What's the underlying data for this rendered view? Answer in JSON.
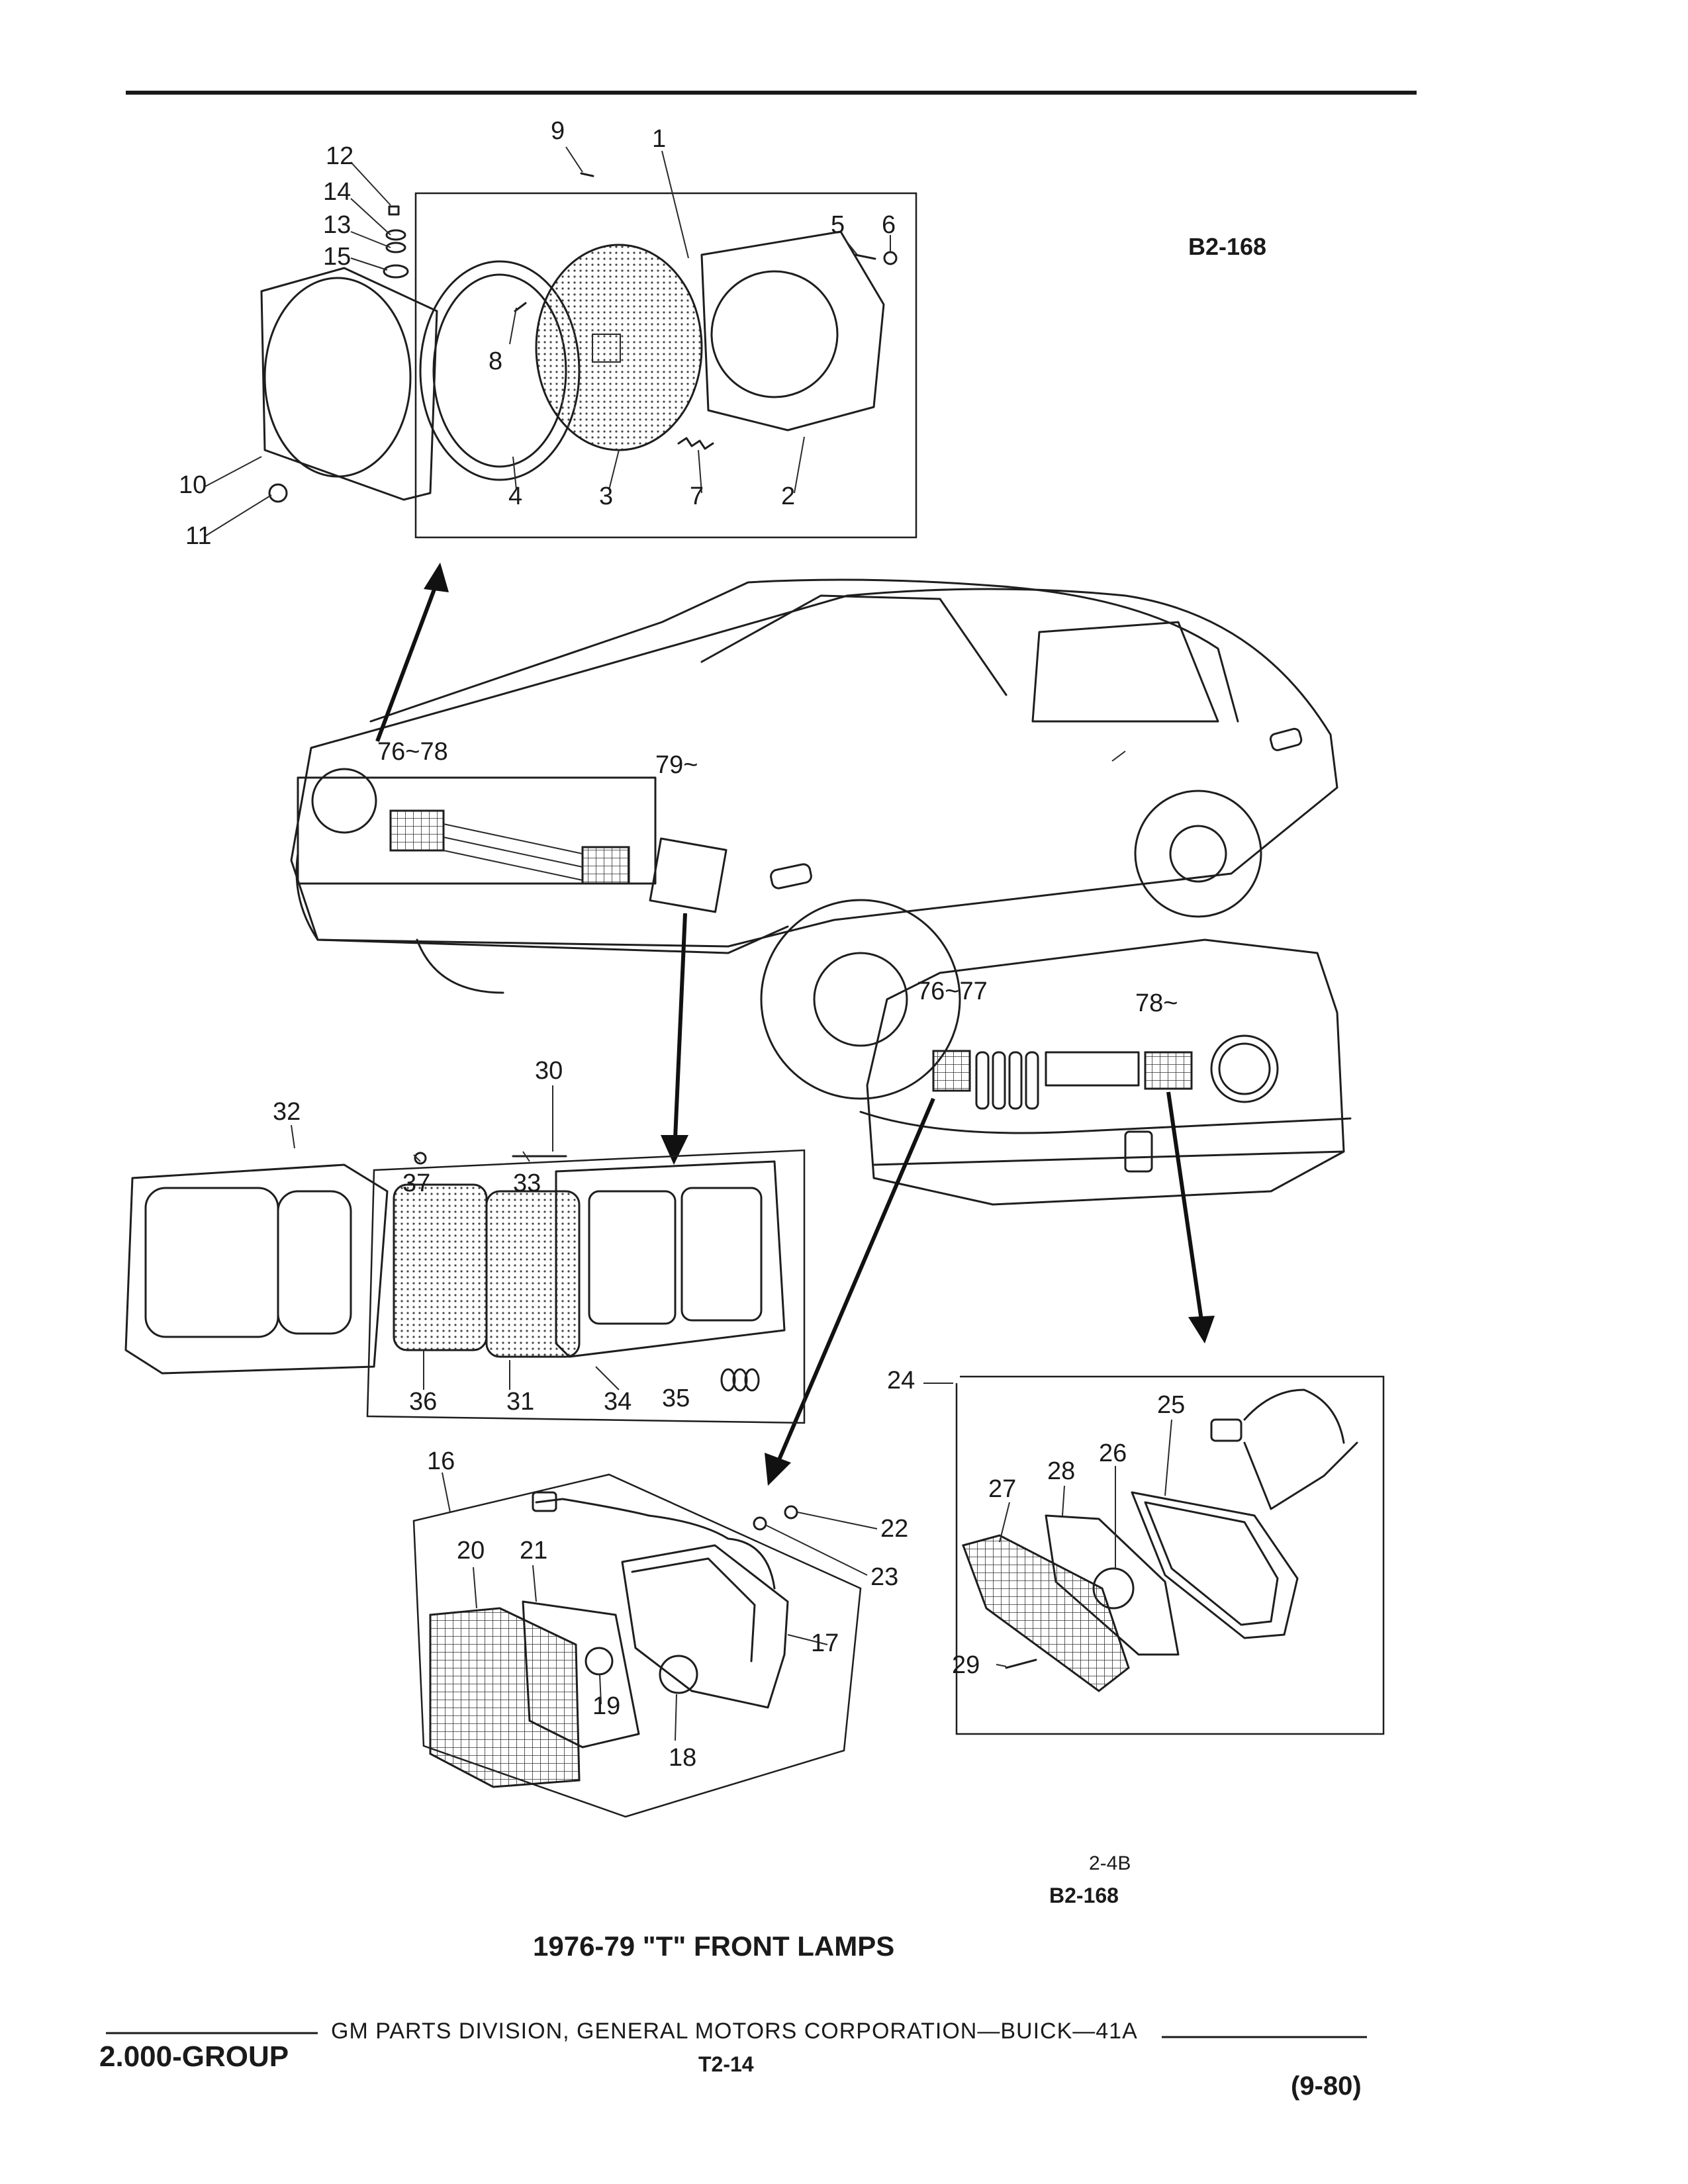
{
  "header": {
    "ref_top": "B2-168"
  },
  "callouts": {
    "c1": "1",
    "c2": "2",
    "c3": "3",
    "c4": "4",
    "c5": "5",
    "c6": "6",
    "c7": "7",
    "c8": "8",
    "c9": "9",
    "c10": "10",
    "c11": "11",
    "c12": "12",
    "c13": "13",
    "c14": "14",
    "c15": "15",
    "c16": "16",
    "c17": "17",
    "c18": "18",
    "c19": "19",
    "c20": "20",
    "c21": "21",
    "c22": "22",
    "c23": "23",
    "c24": "24",
    "c25": "25",
    "c26": "26",
    "c27": "27",
    "c28": "28",
    "c29": "29",
    "c30": "30",
    "c31": "31",
    "c32": "32",
    "c33": "33",
    "c34": "34",
    "c35": "35",
    "c36": "36",
    "c37": "37"
  },
  "model_ranges": {
    "r76_78": "76~78",
    "r79": "79~",
    "r76_77": "76~77",
    "r78": "78~"
  },
  "figure": {
    "code": "2-4B",
    "ref_bottom": "B2-168",
    "title": "1976-79 \"T\" FRONT LAMPS"
  },
  "footer": {
    "group": "2.000-GROUP",
    "publisher": "GM PARTS DIVISION, GENERAL MOTORS CORPORATION—BUICK—41A",
    "page": "T2-14",
    "date": "(9-80)"
  }
}
